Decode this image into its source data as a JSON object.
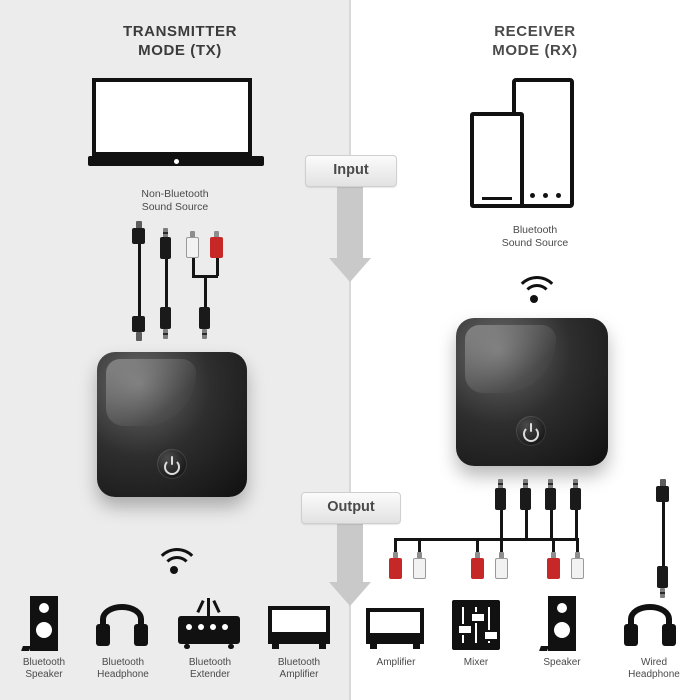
{
  "titles": {
    "left_line1": "TRANSMITTER",
    "left_line2": "MODE (TX)",
    "right_line1": "RECEIVER",
    "right_line2": "MODE (RX)"
  },
  "arrows": {
    "input_label": "Input",
    "output_label": "Output"
  },
  "left": {
    "source_label_line1": "Non-Bluetooth",
    "source_label_line2": "Sound Source",
    "outputs": [
      {
        "label_line1": "Bluetooth",
        "label_line2": "Speaker",
        "icon": "speaker-icon"
      },
      {
        "label_line1": "Bluetooth",
        "label_line2": "Headphone",
        "icon": "headphone-icon"
      },
      {
        "label_line1": "Bluetooth",
        "label_line2": "Extender",
        "icon": "extender-icon"
      },
      {
        "label_line1": "Bluetooth",
        "label_line2": "Amplifier",
        "icon": "amplifier-icon"
      }
    ]
  },
  "right": {
    "source_label_line1": "Bluetooth",
    "source_label_line2": "Sound Source",
    "outputs": [
      {
        "label_line1": "Amplifier",
        "label_line2": "",
        "icon": "amplifier-icon"
      },
      {
        "label_line1": "Mixer",
        "label_line2": "",
        "icon": "mixer-icon"
      },
      {
        "label_line1": "Speaker",
        "label_line2": "",
        "icon": "speaker-icon"
      },
      {
        "label_line1": "Wired",
        "label_line2": "Headphone",
        "icon": "headphone-icon"
      }
    ]
  },
  "colors": {
    "background_left": "#ececec",
    "background_right": "#ffffff",
    "arrow_gray": "#c9c9c9",
    "text_dark": "#3b3b3b",
    "rca_red": "#c62828",
    "rca_white": "#f2f2f2",
    "device_black": "#111111"
  }
}
